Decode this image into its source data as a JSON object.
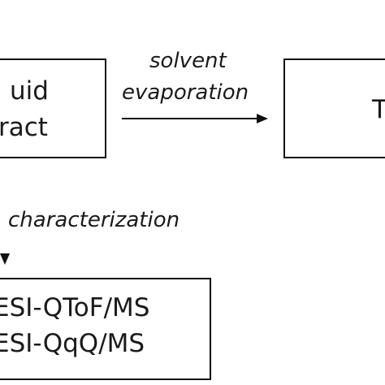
{
  "left_box": {
    "line1": "uid",
    "line2": "ract"
  },
  "right_box": {
    "text": "T"
  },
  "arrow_label": {
    "line1": "solvent",
    "line2": "evaporation"
  },
  "characterization_label": "characterization",
  "bottom_box": {
    "line1": "ESI-QToF/MS",
    "line2": "ESI-QqQ/MS"
  }
}
